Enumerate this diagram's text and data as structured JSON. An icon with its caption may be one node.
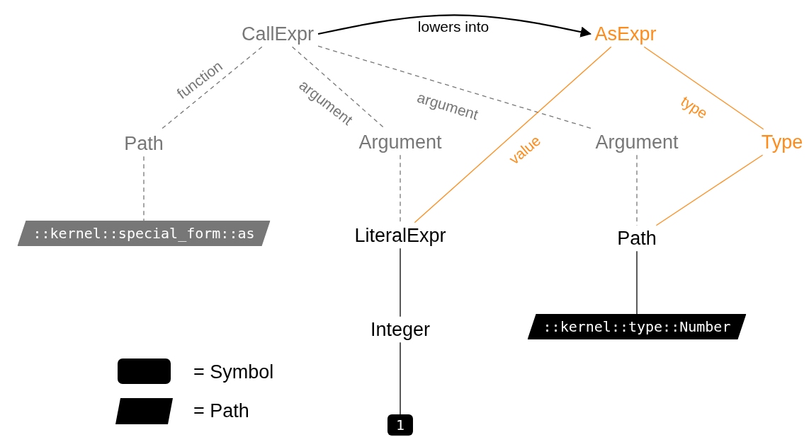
{
  "diagram": {
    "nodes": [
      {
        "text": [
          "CallExpr"
        ]
      },
      {
        "text": [
          "AsExpr"
        ]
      },
      {
        "text": [
          "Path"
        ]
      },
      {
        "text": [
          "Argument"
        ]
      },
      {
        "text": [
          "Argument"
        ]
      },
      {
        "text": [
          "Type"
        ]
      },
      {
        "text": [
          "::kernel::special_form::as"
        ]
      },
      {
        "text": [
          "LiteralExpr"
        ]
      },
      {
        "text": [
          "Path"
        ]
      },
      {
        "text": [
          "Integer"
        ]
      },
      {
        "text": [
          "::kernel::type::Number"
        ]
      },
      {
        "text": [
          "1"
        ]
      }
    ],
    "edges": [
      {
        "from": 0,
        "to": 1,
        "arrow": "to",
        "label": "lowers into",
        "color": "#000000"
      },
      {
        "from": 0,
        "to": 2,
        "arrow": "none",
        "label": "function",
        "style": "dashed"
      },
      {
        "from": 0,
        "to": 3,
        "arrow": "none",
        "label": "argument",
        "style": "dashed"
      },
      {
        "from": 0,
        "to": 4,
        "arrow": "none",
        "label": "argument",
        "style": "dashed"
      },
      {
        "from": 2,
        "to": 6,
        "arrow": "none",
        "style": "dashed"
      },
      {
        "from": 3,
        "to": 7,
        "arrow": "none",
        "style": "dashed"
      },
      {
        "from": 4,
        "to": 8,
        "arrow": "none",
        "style": "dashed"
      },
      {
        "from": 1,
        "to": 7,
        "arrow": "none",
        "label": "value",
        "color": "#ff8c1a"
      },
      {
        "from": 1,
        "to": 5,
        "arrow": "none",
        "label": "type",
        "color": "#ff8c1a"
      },
      {
        "from": 5,
        "to": 8,
        "arrow": "none",
        "color": "#ff8c1a"
      },
      {
        "from": 7,
        "to": 9,
        "arrow": "none",
        "color": "#000000"
      },
      {
        "from": 9,
        "to": 11,
        "arrow": "none",
        "color": "#000000"
      },
      {
        "from": 8,
        "to": 10,
        "arrow": "none",
        "color": "#000000"
      }
    ],
    "legend": [
      {
        "text": "= Symbol"
      },
      {
        "text": "= Path"
      }
    ]
  }
}
